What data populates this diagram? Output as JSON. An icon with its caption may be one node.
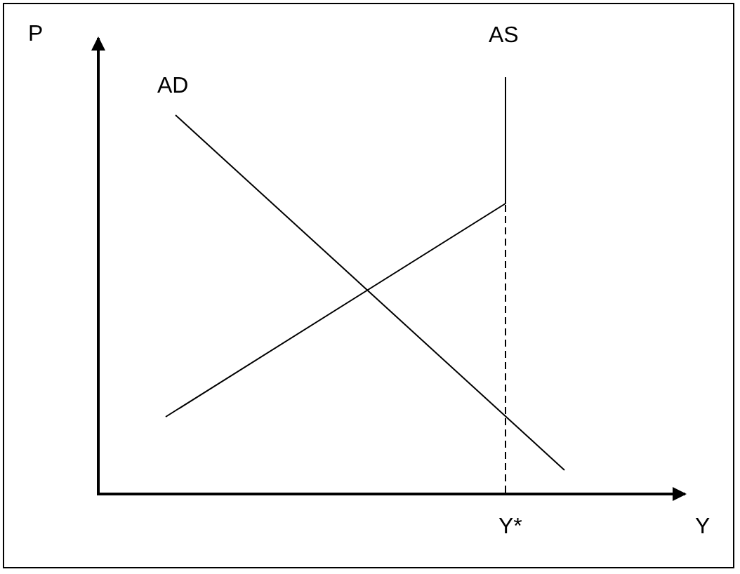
{
  "diagram": {
    "labels": [
      "P",
      "AS",
      "AD",
      "Y*",
      "Y"
    ]
  }
}
